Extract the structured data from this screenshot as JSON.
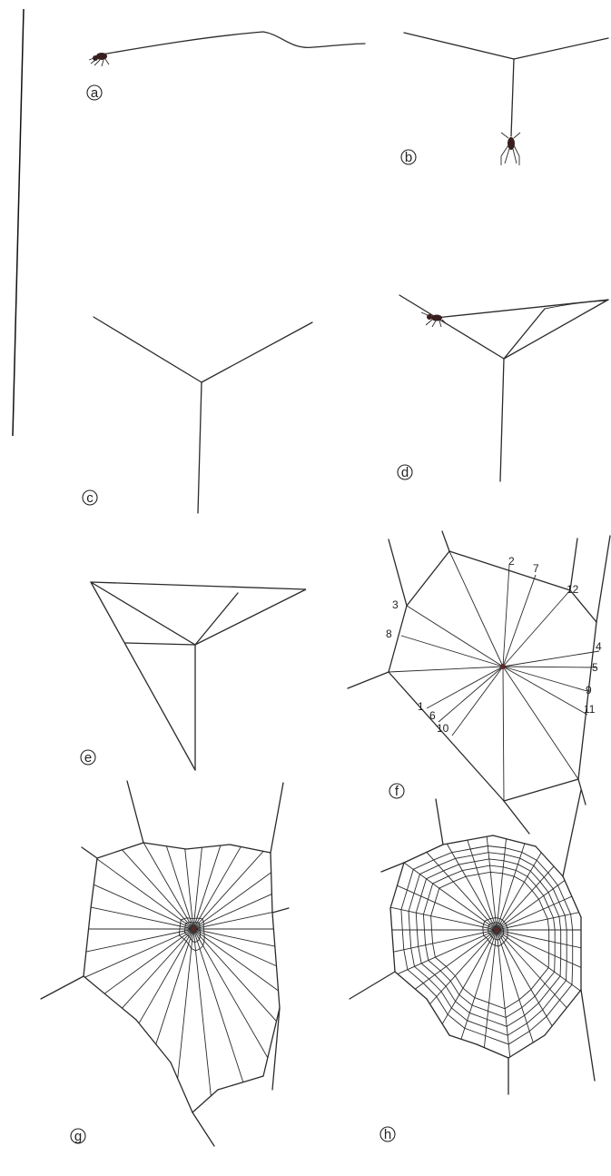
{
  "panels": {
    "a": {
      "label": "a"
    },
    "b": {
      "label": "b"
    },
    "c": {
      "label": "c"
    },
    "d": {
      "label": "d"
    },
    "e": {
      "label": "e"
    },
    "f": {
      "label": "f"
    },
    "g": {
      "label": "g"
    },
    "h": {
      "label": "h"
    }
  },
  "radius_numbers": [
    "1",
    "2",
    "3",
    "4",
    "5",
    "6",
    "7",
    "8",
    "9",
    "10",
    "11",
    "12"
  ]
}
